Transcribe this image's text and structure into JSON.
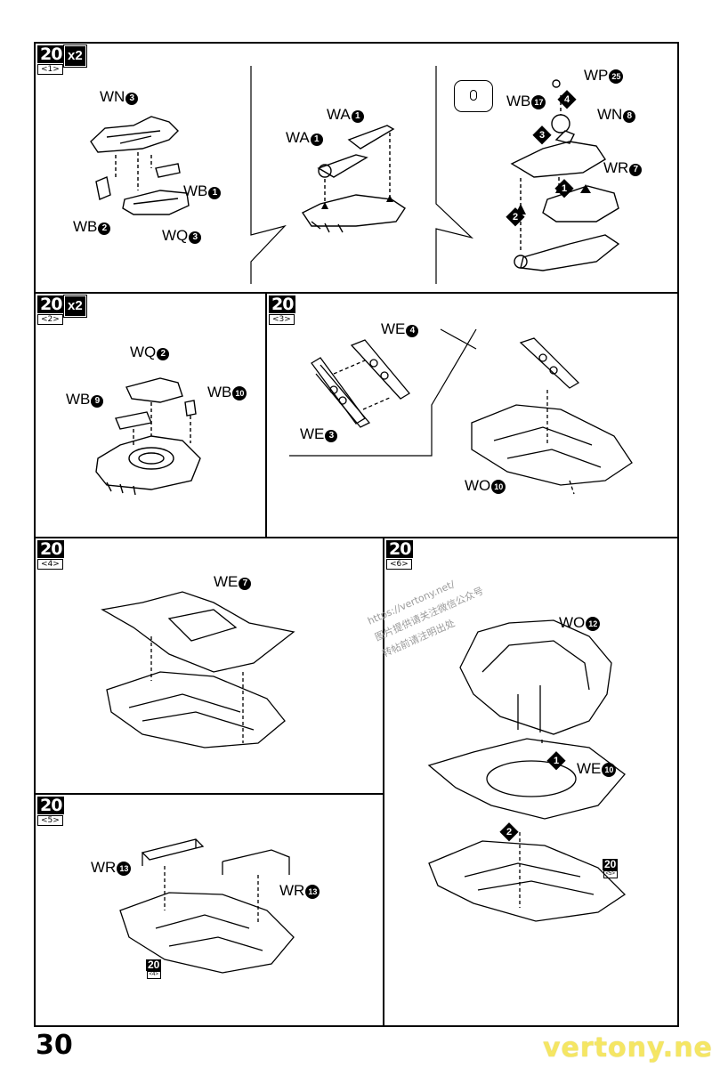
{
  "page_number": "30",
  "brand": "vertony.net",
  "watermark": [
    "https://vertony.net/",
    "图片提供请关注微信公众号",
    "转帖前请注明出处"
  ],
  "panel_20_1": {
    "step": "20",
    "sub": "<1>",
    "multiplier": "x2",
    "labels": {
      "wn3": "WN",
      "wn3_n": "3",
      "wb1": "WB",
      "wb1_n": "1",
      "wb2": "WB",
      "wb2_n": "2",
      "wq3": "WQ",
      "wq3_n": "3",
      "wa1a": "WA",
      "wa1a_n": "1",
      "wa1b": "WA",
      "wa1b_n": "1",
      "wp25": "WP",
      "wp25_n": "25",
      "wb17": "WB",
      "wb17_n": "17",
      "wn8": "WN",
      "wn8_n": "8",
      "wr7": "WR",
      "wr7_n": "7"
    },
    "order": [
      "1",
      "2",
      "3",
      "4"
    ]
  },
  "panel_20_2": {
    "step": "20",
    "sub": "<2>",
    "multiplier": "x2",
    "labels": {
      "wq2": "WQ",
      "wq2_n": "2",
      "wb9": "WB",
      "wb9_n": "9",
      "wb10": "WB",
      "wb10_n": "10"
    }
  },
  "panel_20_3": {
    "step": "20",
    "sub": "<3>",
    "labels": {
      "we4": "WE",
      "we4_n": "4",
      "we3": "WE",
      "we3_n": "3",
      "wo10": "WO",
      "wo10_n": "10"
    }
  },
  "panel_20_4": {
    "step": "20",
    "sub": "<4>",
    "labels": {
      "we7": "WE",
      "we7_n": "7"
    }
  },
  "panel_20_5": {
    "step": "20",
    "sub": "<5>",
    "labels": {
      "wr13a": "WR",
      "wr13a_n": "13",
      "wr13b": "WR",
      "wr13b_n": "13"
    },
    "ref_step": "20",
    "ref_sub": "<4>"
  },
  "panel_20_6": {
    "step": "20",
    "sub": "<6>",
    "labels": {
      "wo12": "WO",
      "wo12_n": "12",
      "we10": "WE",
      "we10_n": "10"
    },
    "order": [
      "1",
      "2"
    ],
    "ref_step": "20",
    "ref_sub": "<5>"
  }
}
